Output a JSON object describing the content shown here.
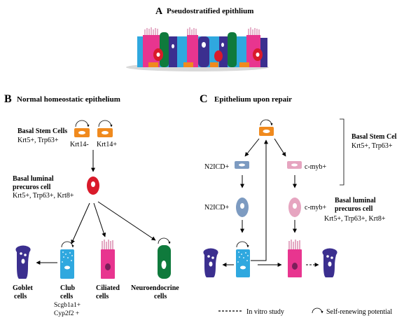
{
  "panel_a": {
    "letter": "A",
    "title": "Pseudostratified epithlium"
  },
  "panel_b": {
    "letter": "B",
    "title": "Normal homeostatic epithelium",
    "basal_stem_cells": {
      "name": "Basal Stem Cells",
      "markers": "Krt5+, Trp63+",
      "left_label": "Krt14-",
      "right_label": "Krt14+"
    },
    "basal_luminal": {
      "name": "Basal luminal",
      "name2": "precuros cell",
      "markers": "Krt5+, Trp63+, Krt8+"
    },
    "goblet": {
      "line1": "Goblet",
      "line2": "cells"
    },
    "club": {
      "line1": "Club",
      "line2": "cells",
      "marker1": "Scgb1a1+",
      "marker2": "Cyp2f2 +"
    },
    "ciliated": {
      "line1": "Ciliated",
      "line2": "cells"
    },
    "neuroendocrine": {
      "line1": "Neuroendocrine",
      "line2": "cells"
    }
  },
  "panel_c": {
    "letter": "C",
    "title": "Epithelium upon repair",
    "basal_stem_cells": {
      "name": "Basal Stem Cells",
      "markers": "Krt5+, Trp63+"
    },
    "left_basal_label": "N2ICD+",
    "right_basal_label": "c-myb+",
    "left_luminal_label": "N2ICD+",
    "right_luminal_label": "c-myb+",
    "basal_luminal": {
      "name": "Basal luminal",
      "name2": "precuros cell",
      "markers": "Krt5+, Trp63+, Krt8+"
    }
  },
  "legend": {
    "in_vitro": "In vitro study",
    "self_renewing": "Self-renewing potential"
  },
  "colors": {
    "basal_orange": "#f08a1e",
    "luminal_red": "#d91a2a",
    "goblet_purple": "#3b2f8f",
    "club_blue": "#2fa8df",
    "ciliated_pink": "#e8358f",
    "neuro_green": "#0f7a3c",
    "repair_blue": "#7d9bc1",
    "repair_pink": "#e6a5c0"
  }
}
